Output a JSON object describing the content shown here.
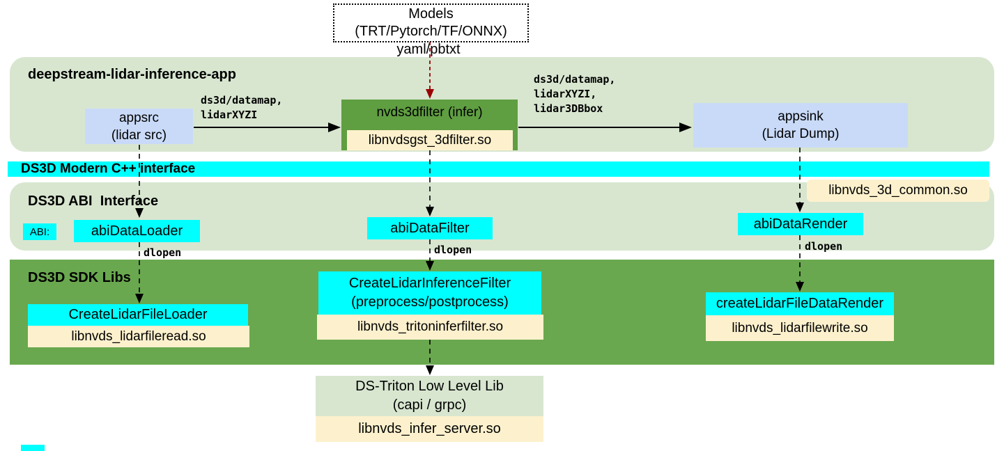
{
  "colors": {
    "light_green": "#d8e6d0",
    "dark_green_band": "#6aa84f",
    "filter_box_green": "#5f9e41",
    "cyan": "#00ffff",
    "cream": "#fdf1cd",
    "light_blue": "#c9daf8",
    "arrow_red": "#990000",
    "arrow_black": "#000000"
  },
  "models": {
    "line1": "Models",
    "line2": "(TRT/Pytorch/TF/ONNX)",
    "config_label": "yaml/pbtxt"
  },
  "app_section": {
    "title": "deepstream-lidar-inference-app",
    "appsrc_line1": "appsrc",
    "appsrc_line2": "(lidar src)",
    "filter_label": "nvds3dfilter (infer)",
    "filter_lib": "libnvdsgst_3dfilter.so",
    "appsink_line1": "appsink",
    "appsink_line2": "(Lidar Dump)",
    "arrow1_line1": "ds3d/datamap,",
    "arrow1_line2": "lidarXYZI",
    "arrow2_line1": "ds3d/datamap,",
    "arrow2_line2": "lidarXYZI,",
    "arrow2_line3": "lidar3DBbox"
  },
  "modern_bar_title": "DS3D Modern C++ interface",
  "abi_section": {
    "title": "DS3D ABI  Interface",
    "abi_prefix": "ABI:",
    "loader": "abiDataLoader",
    "filter": "abiDataFilter",
    "render": "abiDataRender",
    "common_lib": "libnvds_3d_common.so",
    "dlopen": "dlopen"
  },
  "sdk_section": {
    "title": "DS3D SDK Libs",
    "loader_label": "CreateLidarFileLoader",
    "loader_lib": "libnvds_lidarfileread.so",
    "filter_label_line1": "CreateLidarInferenceFilter",
    "filter_label_line2": "(preprocess/postprocess)",
    "filter_lib": "libnvds_tritoninferfilter.so",
    "render_label": "createLidarFileDataRender",
    "render_lib": "libnvds_lidarfilewrite.so"
  },
  "triton_section": {
    "title_line1": "DS-Triton Low Level Lib",
    "title_line2": "(capi / grpc)",
    "lib": "libnvds_infer_server.so"
  }
}
